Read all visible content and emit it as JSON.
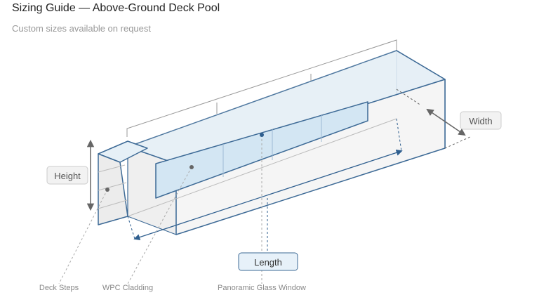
{
  "header": {
    "title": "Sizing Guide — Above-Ground Deck Pool",
    "subtitle": "Custom sizes available on request"
  },
  "dimensions": {
    "height": "Height",
    "width": "Width",
    "length": "Length"
  },
  "callouts": {
    "deck_steps": "Deck Steps",
    "wpc_cladding": "WPC Cladding",
    "glass_window": "Panoramic Glass Window"
  },
  "colors": {
    "outline": "#3d6a96",
    "glass": "#d3e6f3",
    "panel": "#f2f2f2",
    "length_badge": "#e7f1f9"
  }
}
